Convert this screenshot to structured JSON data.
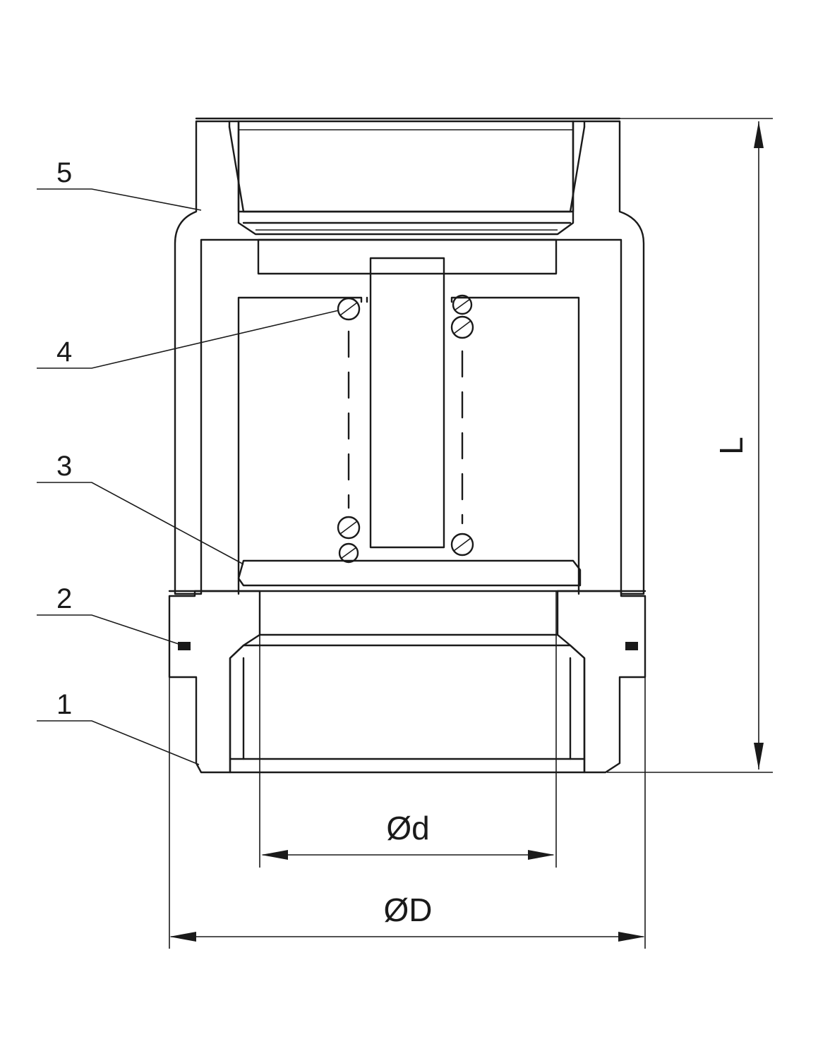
{
  "callouts": [
    {
      "id": "5",
      "label": "5"
    },
    {
      "id": "4",
      "label": "4"
    },
    {
      "id": "3",
      "label": "3"
    },
    {
      "id": "2",
      "label": "2"
    },
    {
      "id": "1",
      "label": "1"
    }
  ],
  "dimensions": {
    "length": "L",
    "inner_diameter": "Ød",
    "outer_diameter": "ØD"
  },
  "colors": {
    "line": "#1a1a1a",
    "background": "#ffffff"
  }
}
